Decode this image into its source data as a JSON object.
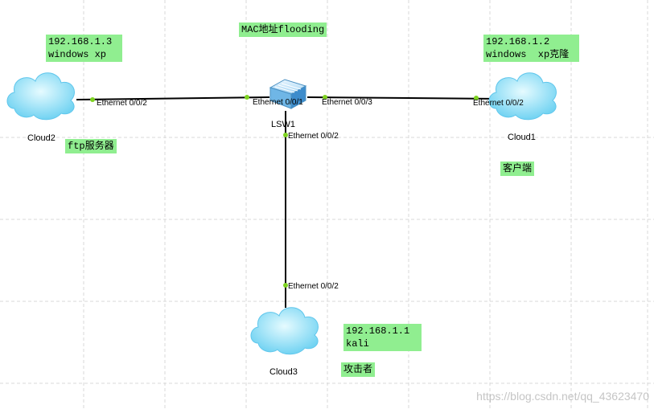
{
  "title_note": "MAC地址flooding",
  "devices": {
    "switch": {
      "name": "LSW1"
    },
    "cloud2": {
      "name": "Cloud2",
      "ip": "192.168.1.3",
      "os": "windows xp",
      "role": "ftp服务器"
    },
    "cloud1": {
      "name": "Cloud1",
      "ip": "192.168.1.2",
      "os": "windows  xp克隆",
      "role": "客户端"
    },
    "cloud3": {
      "name": "Cloud3",
      "ip": "192.168.1.1",
      "os": "kali",
      "role": "攻击者"
    }
  },
  "ports": {
    "cloud2_port": "Ethernet 0/0/2",
    "sw_port_1": "Ethernet 0/0/1",
    "sw_port_3": "Ethernet 0/0/3",
    "cloud1_port": "Ethernet 0/0/2",
    "sw_port_2": "Ethernet 0/0/2",
    "cloud3_port": "Ethernet 0/0/2"
  },
  "colors": {
    "note_bg": "#90ee90",
    "link": "#000000",
    "port_dot": "#7ed321",
    "cloud_fill": "#a7e8fb",
    "grid": "#d9d9d9"
  },
  "watermark": "https://blog.csdn.net/qq_43623470"
}
